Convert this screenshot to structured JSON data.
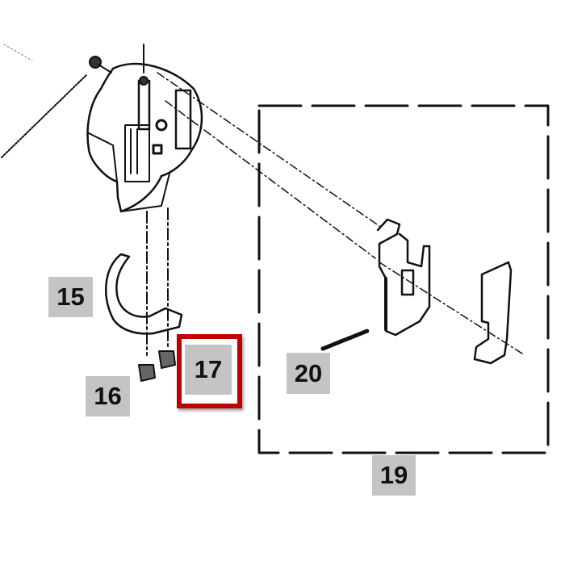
{
  "diagram": {
    "type": "exploded parts diagram",
    "parts": [
      {
        "id": "15",
        "name": "curved bracket"
      },
      {
        "id": "16",
        "name": "screw"
      },
      {
        "id": "17",
        "name": "screw",
        "highlighted": true
      },
      {
        "id": "19",
        "name": "assembly group (dashed box)"
      },
      {
        "id": "20",
        "name": "pin"
      }
    ],
    "labels": {
      "l15": "15",
      "l16": "16",
      "l17": "17",
      "l19": "19",
      "l20": "20"
    },
    "colors": {
      "label_bg": "#c4c4c4",
      "highlight_border": "#c00000",
      "line": "#111111"
    }
  }
}
